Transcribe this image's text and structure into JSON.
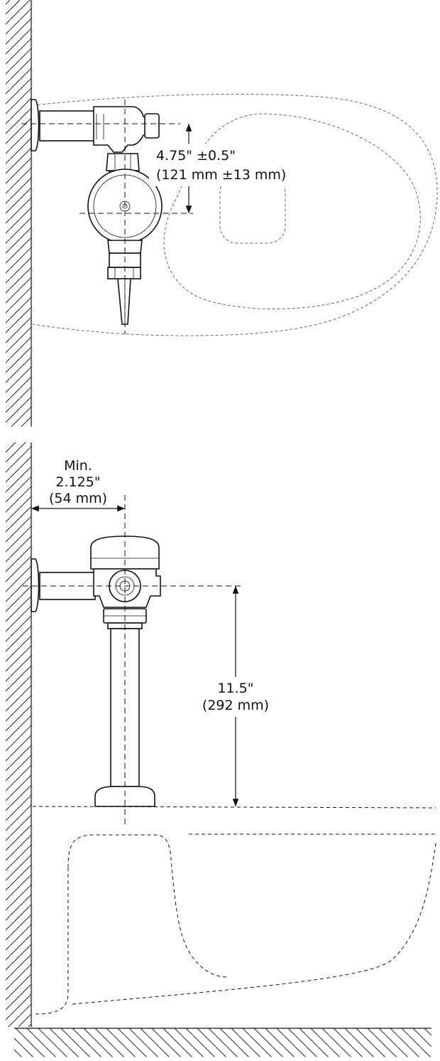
{
  "top_view": {
    "dimension": {
      "line1": "4.75\" ±0.5\"",
      "line2": "(121 mm ±13 mm)"
    }
  },
  "side_view": {
    "min_dimension": {
      "line1": "Min.",
      "line2": "2.125\"",
      "line3": "(54 mm)"
    },
    "height_dimension": {
      "line1": "11.5\"",
      "line2": "(292 mm)"
    }
  }
}
